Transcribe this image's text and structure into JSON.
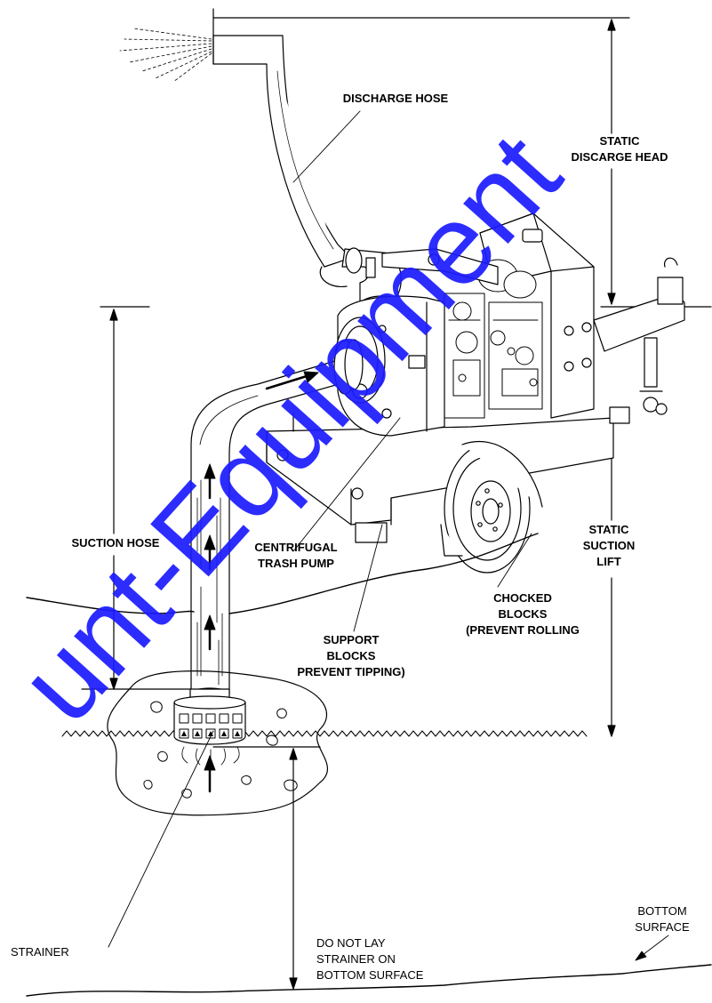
{
  "labels": {
    "discharge_hose": "DISCHARGE HOSE",
    "static_discharge_head": "STATIC\nDISCARGE HEAD",
    "suction_hose": "SUCTION HOSE",
    "centrifugal_trash_pump": "CENTRIFUGAL\nTRASH PUMP",
    "static_suction_lift": "STATIC\nSUCTION\nLIFT",
    "chocked_blocks": "CHOCKED\nBLOCKS\n(PREVENT ROLLING",
    "support_blocks": "SUPPORT\nBLOCKS\nPREVENT TIPPING)",
    "strainer": "STRAINER",
    "do_not_lay": "DO NOT LAY\nSTRAINER ON\nBOTTOM SURFACE",
    "bottom_surface": "BOTTOM\nSURFACE"
  },
  "watermark": {
    "text": "unt-Equipment",
    "color": "#1a1aff"
  }
}
